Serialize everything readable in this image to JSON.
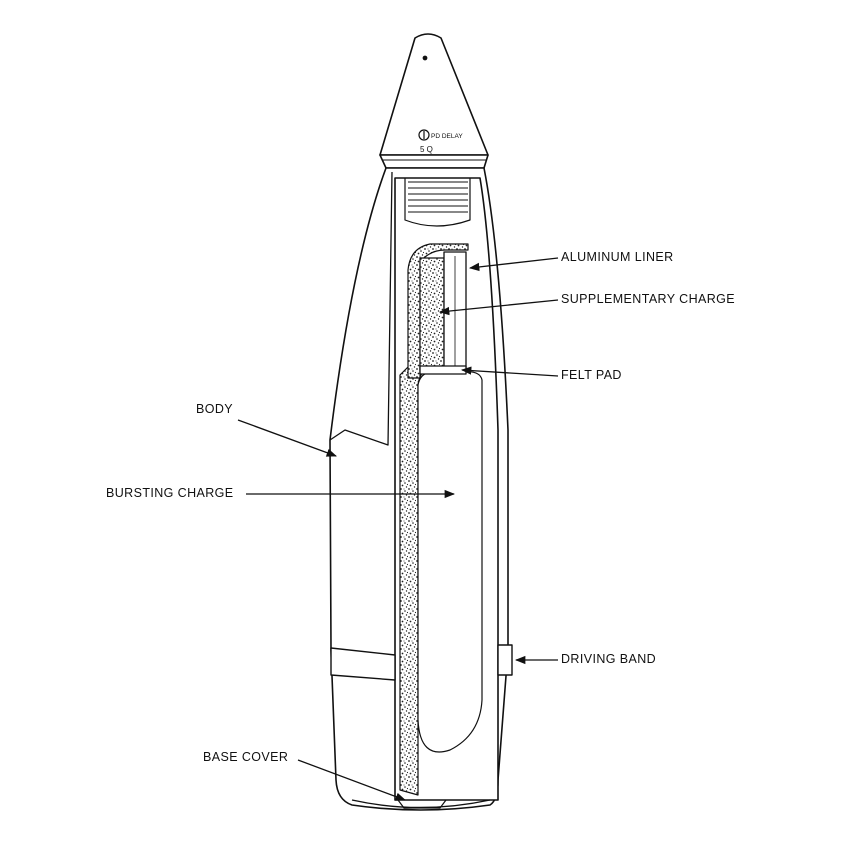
{
  "fuze": {
    "marking_top": "PD DELAY",
    "marking_bottom": "5 Q"
  },
  "labels": [
    {
      "id": "aluminum-liner",
      "text": "ALUMINUM LINER"
    },
    {
      "id": "supplementary-charge",
      "text": "SUPPLEMENTARY CHARGE"
    },
    {
      "id": "felt-pad",
      "text": "FELT PAD"
    },
    {
      "id": "body",
      "text": "BODY"
    },
    {
      "id": "bursting-charge",
      "text": "BURSTING CHARGE"
    },
    {
      "id": "driving-band",
      "text": "DRIVING BAND"
    },
    {
      "id": "base-cover",
      "text": "BASE COVER"
    }
  ],
  "colors": {
    "ink": "#111111",
    "paper": "#ffffff",
    "stipple": "#222222"
  }
}
